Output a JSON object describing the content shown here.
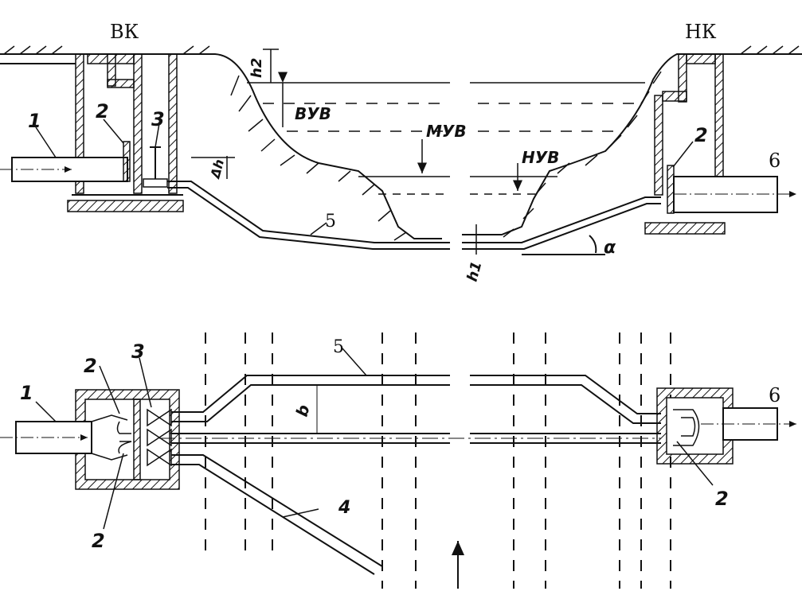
{
  "titles": {
    "upstream_chamber": "ВК",
    "downstream_chamber": "НК"
  },
  "water_levels": {
    "high": "ВУВ",
    "medium": "МУВ",
    "low": "НУВ"
  },
  "dimensions": {
    "h2": "h2",
    "delta_h": "Δh",
    "h1": "h1",
    "alpha": "α",
    "b": "b"
  },
  "parts": {
    "p1": "1",
    "p2": "2",
    "p3": "3",
    "p4": "4",
    "p5": "5",
    "p6": "6"
  }
}
